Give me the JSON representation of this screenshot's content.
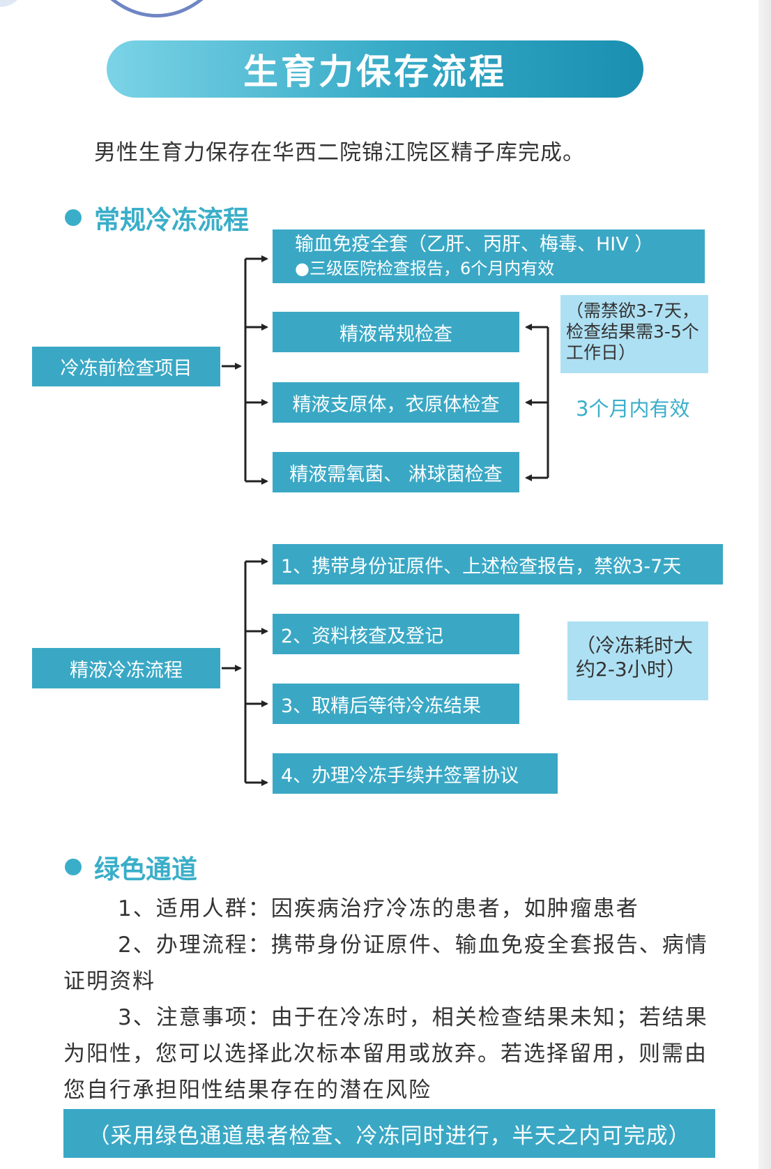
{
  "title": "生育力保存流程",
  "intro": "男性生育力保存在华西二院锦江院区精子库完成。",
  "section1": {
    "heading": "常规冷冻流程",
    "pre_freeze": {
      "root": "冷冻前检查项目",
      "items": [
        {
          "line1": "输血免疫全套（乙肝、丙肝、梅毒、HIV ）",
          "line2": "●三级医院检查报告，6个月内有效"
        },
        {
          "label": "精液常规检查"
        },
        {
          "label": "精液支原体，衣原体检查"
        },
        {
          "label": "精液需氧菌、 淋球菌检查"
        }
      ],
      "note": "（需禁欲3-7天，检查结果需3-5个工作日）",
      "validity": "3个月内有效"
    },
    "freeze_process": {
      "root": "精液冷冻流程",
      "steps": [
        "1、携带身份证原件、上述检查报告，禁欲3-7天",
        "2、资料核查及登记",
        "3、取精后等待冷冻结果",
        "4、办理冷冻手续并签署协议"
      ],
      "note": "（冷冻耗时大约2-3小时）"
    }
  },
  "section2": {
    "heading": "绿色通道",
    "items": [
      "1、适用人群：因疾病治疗冷冻的患者，如肿瘤患者",
      "2、办理流程：携带身份证原件、输血免疫全套报告、病情证明资料",
      "3、注意事项：由于在冷冻时，相关检查结果未知；若结果为阳性，您可以选择此次标本留用或放弃。若选择留用，则需由您自行承担阳性结果存在的潜在风险"
    ],
    "footer": "（采用绿色通道患者检查、冷冻同时进行，半天之内可完成）"
  },
  "colors": {
    "accent": "#3aa8c5",
    "note_bg": "#aee0f3",
    "heading": "#3aaec9"
  }
}
